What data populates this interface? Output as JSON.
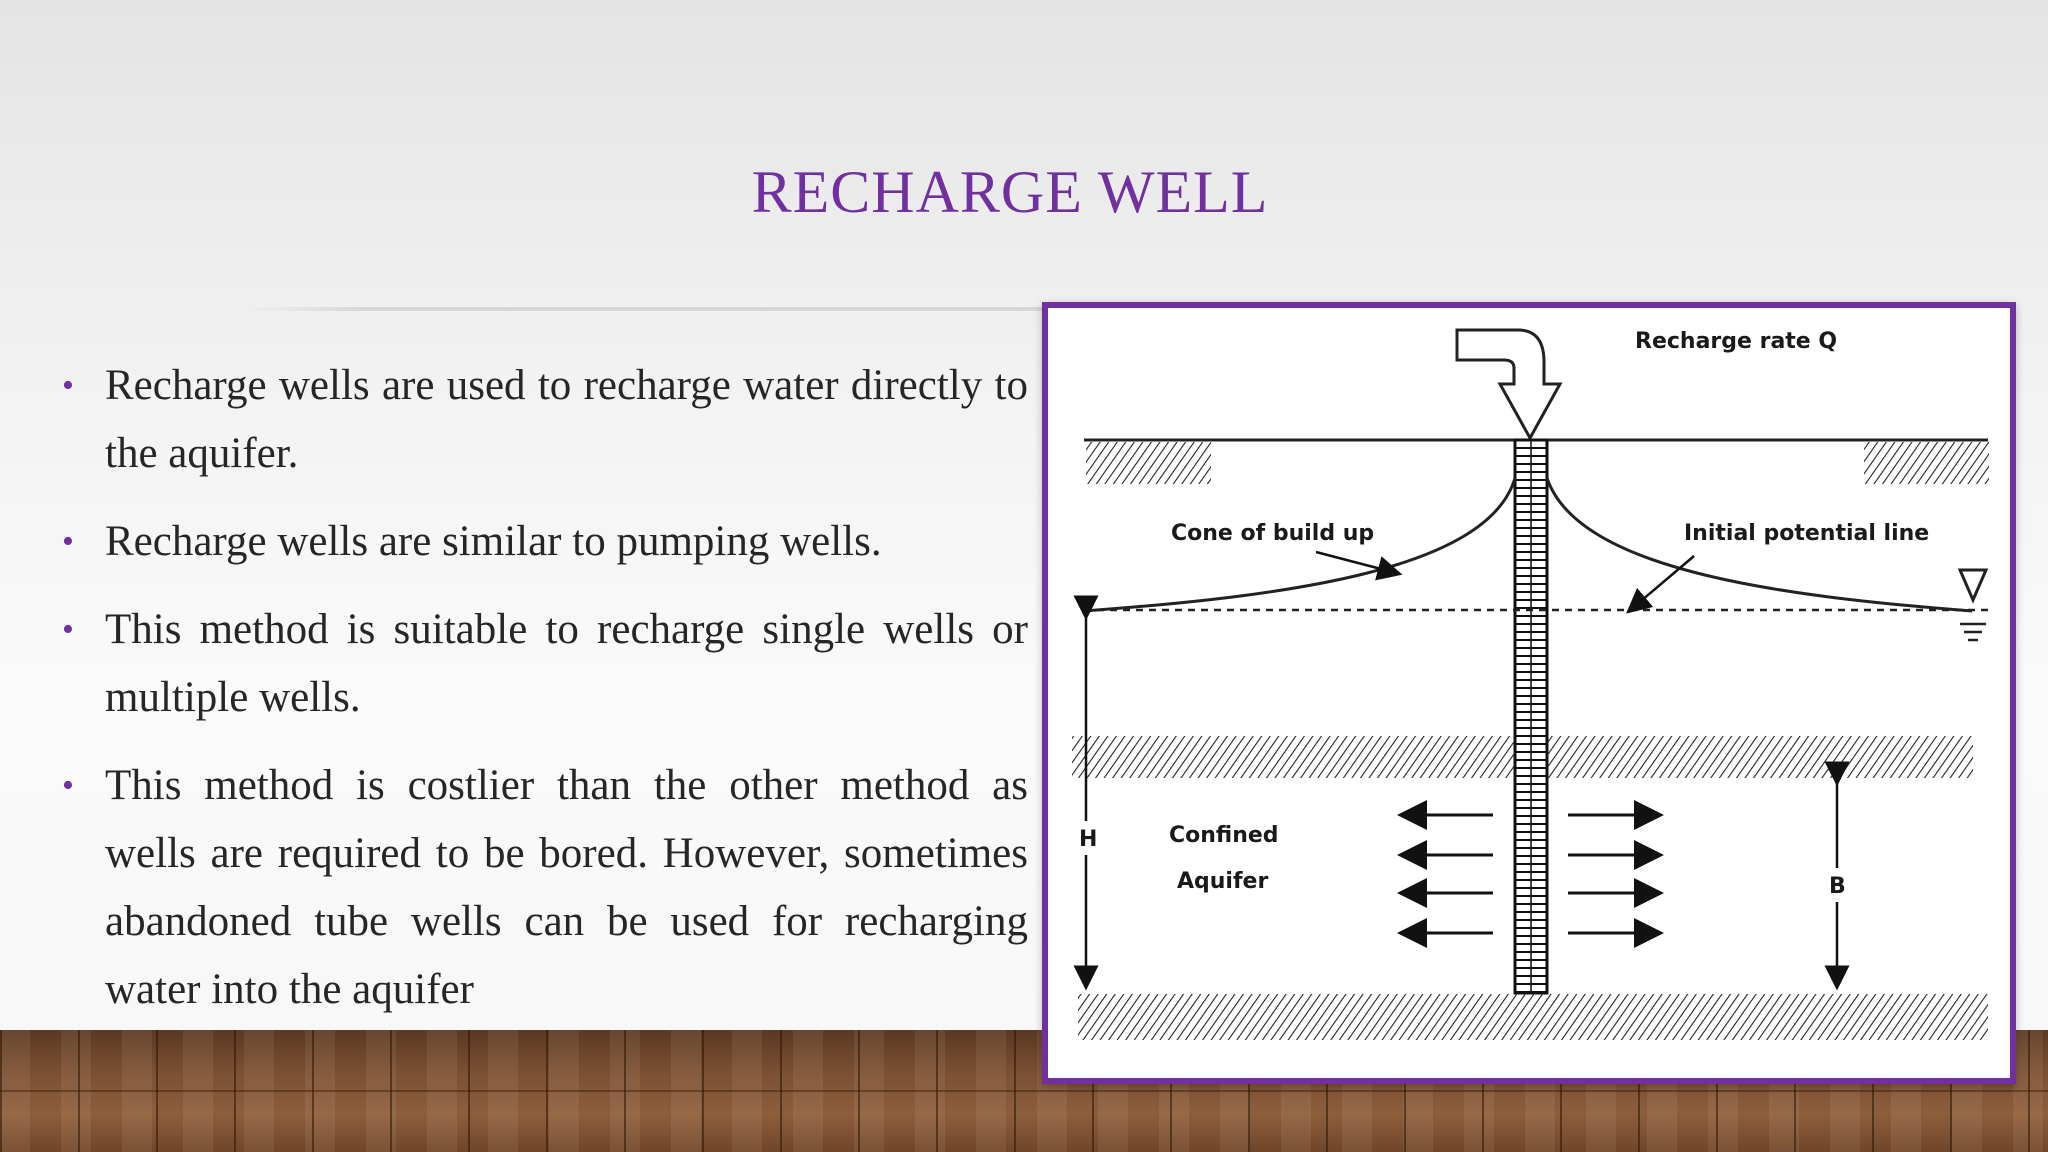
{
  "slide": {
    "title": "RECHARGE WELL",
    "bullets": [
      "Recharge wells are used to recharge water directly to the aquifer.",
      "Recharge wells are similar to pumping wells.",
      "This method is suitable to recharge single wells or multiple wells.",
      "This method is costlier than the other method as wells are required to be bored. However, sometimes abandoned tube wells can be used for recharging water into the aquifer"
    ]
  },
  "diagram": {
    "labels": {
      "recharge_rate": "Recharge rate Q",
      "cone": "Cone of build up",
      "initial_line": "Initial potential line",
      "h": "H",
      "confined_1": "Confined",
      "confined_2": "Aquifer",
      "b": "B"
    }
  },
  "colors": {
    "accent": "#7030a0",
    "text": "#262626"
  }
}
